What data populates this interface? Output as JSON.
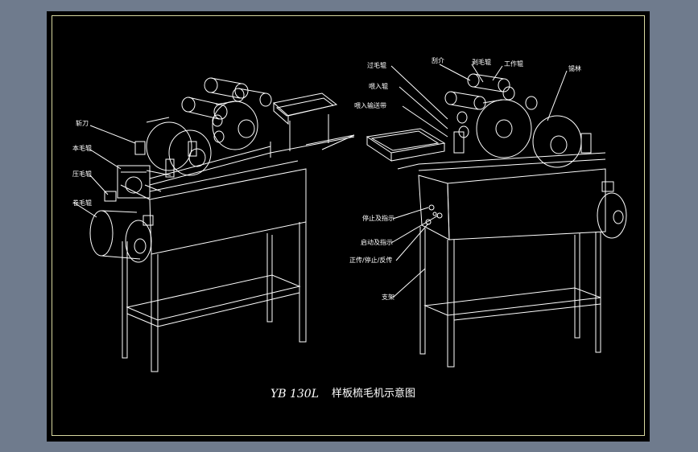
{
  "drawing": {
    "title_model": "YB 130L",
    "title_name": "样板梳毛机示意图"
  },
  "left_view": {
    "labels": {
      "cutter": "斩刀",
      "doffer_roll": "本毛辊",
      "press_roll": "压毛辊",
      "roll_roll": "卷毛辊"
    }
  },
  "right_view": {
    "labels": {
      "feed_roll": "过毛辊",
      "licker_in": "刮介",
      "stripper": "剥毛辊",
      "worker": "工作辊",
      "cylinder": "锡林",
      "feed_rollers": "喂入辊",
      "feed_conveyor": "喂入输送带",
      "stop_indicator": "停止及指示",
      "start_indicator": "启动及指示",
      "fwd_stop_rev": "正传/停止/反传",
      "stand": "支架"
    }
  },
  "colors": {
    "viewport_bg": "#6f7b8d",
    "sheet_bg": "#000000",
    "frame_border": "#d8d8a0",
    "line": "#ffffff"
  }
}
